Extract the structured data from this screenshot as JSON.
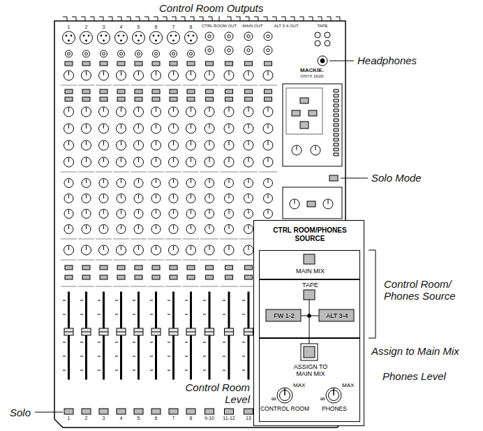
{
  "diagram": {
    "nodes": [
      {
        "text": [
          "CTRL ROOM/PHONES SOURCE"
        ]
      },
      {
        "text": [
          "MAIN MIX"
        ],
        "in": 0
      },
      {
        "text": [
          "TAPE",
          "FW 1-2",
          "ALT 3-4"
        ],
        "in": 0
      },
      {
        "text": [
          "ASSIGN TO MAIN MIX",
          "∞",
          "MAX",
          "CONTROL ROOM",
          "∞",
          "MAX",
          "PHONES"
        ],
        "in": 0
      }
    ],
    "labels": [
      "Control Room Outputs",
      "Headphones",
      "Solo Mode",
      "Control Room/ Phones Source",
      "Assign to Main Mix",
      "Phones Level",
      "Control Room Level",
      "Solo",
      "CTRL ROOM OUT",
      "MAIN OUT",
      "ALT 3-4 OUT",
      "TAPE",
      "MACKIE.",
      "ONYX 1620i",
      "1",
      "2",
      "3",
      "4",
      "5",
      "6",
      "7",
      "8",
      "1",
      "2",
      "3",
      "4",
      "5",
      "6",
      "7",
      "8",
      "9-10",
      "11-12",
      "13"
    ]
  }
}
